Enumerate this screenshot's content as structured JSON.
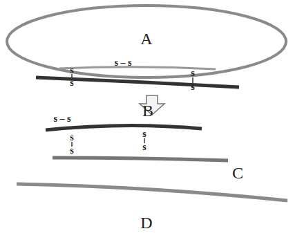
{
  "diagram": {
    "labels": [
      "A",
      "s – s",
      "s",
      "s",
      "s",
      "s",
      "B",
      "s – s",
      "s",
      "s",
      "s",
      "s",
      "C",
      "D"
    ]
  }
}
